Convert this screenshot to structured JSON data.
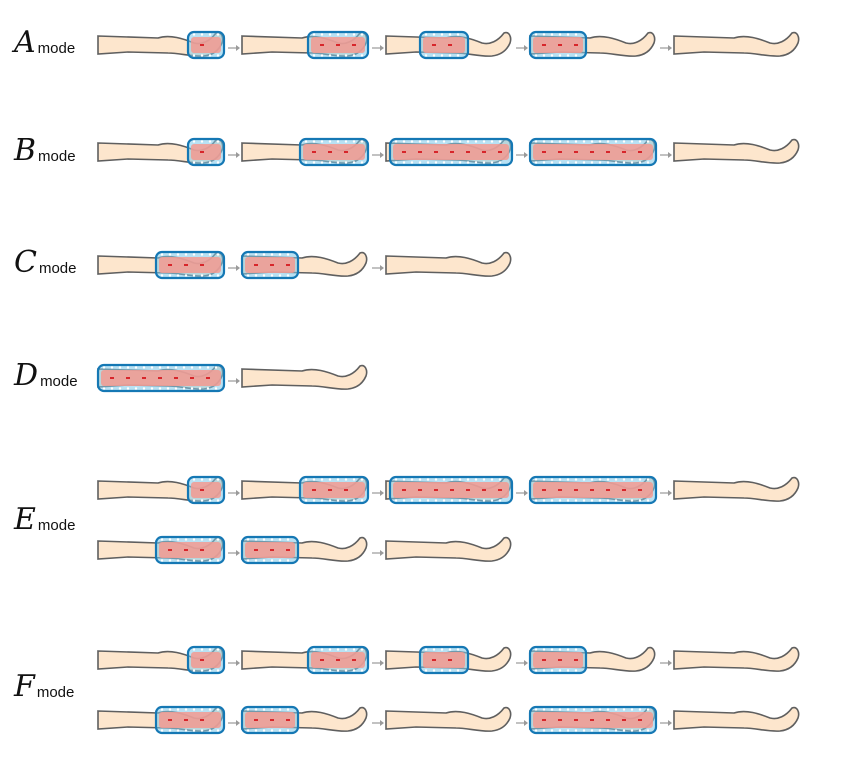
{
  "colors": {
    "skin": "#fde6cd",
    "skin_outline": "#5f5f5f",
    "cuff_outline": "#1578b4",
    "cuff_fill": "#7ec8ea",
    "pressure": "#f39a90",
    "pressure_dot": "#d7262b",
    "arrow": "#9a9a9a"
  },
  "modes": [
    {
      "letter": "A",
      "suffix": "mode",
      "rows": [
        [
          "foot",
          "foot+lower-calf",
          "mid-calf",
          "upper-leg",
          "empty"
        ]
      ]
    },
    {
      "letter": "B",
      "suffix": "mode",
      "rows": [
        [
          "foot",
          "foot+calf",
          "foot+calf+knee",
          "full-leg",
          "empty"
        ]
      ]
    },
    {
      "letter": "C",
      "suffix": "mode",
      "rows": [
        [
          "foot+calf",
          "upper-leg",
          "empty"
        ]
      ]
    },
    {
      "letter": "D",
      "suffix": "mode",
      "rows": [
        [
          "full-leg",
          "empty"
        ]
      ]
    },
    {
      "letter": "E",
      "suffix": "mode",
      "rows": [
        [
          "foot",
          "foot+calf",
          "foot+calf+knee",
          "full-leg",
          "empty"
        ],
        [
          "foot+calf",
          "upper-leg",
          "empty"
        ]
      ]
    },
    {
      "letter": "F",
      "suffix": "mode",
      "rows": [
        [
          "foot",
          "foot+lower-calf",
          "mid-calf",
          "upper-leg",
          "empty"
        ],
        [
          "foot+calf",
          "upper-leg",
          "empty",
          "full-leg",
          "empty"
        ]
      ]
    }
  ]
}
